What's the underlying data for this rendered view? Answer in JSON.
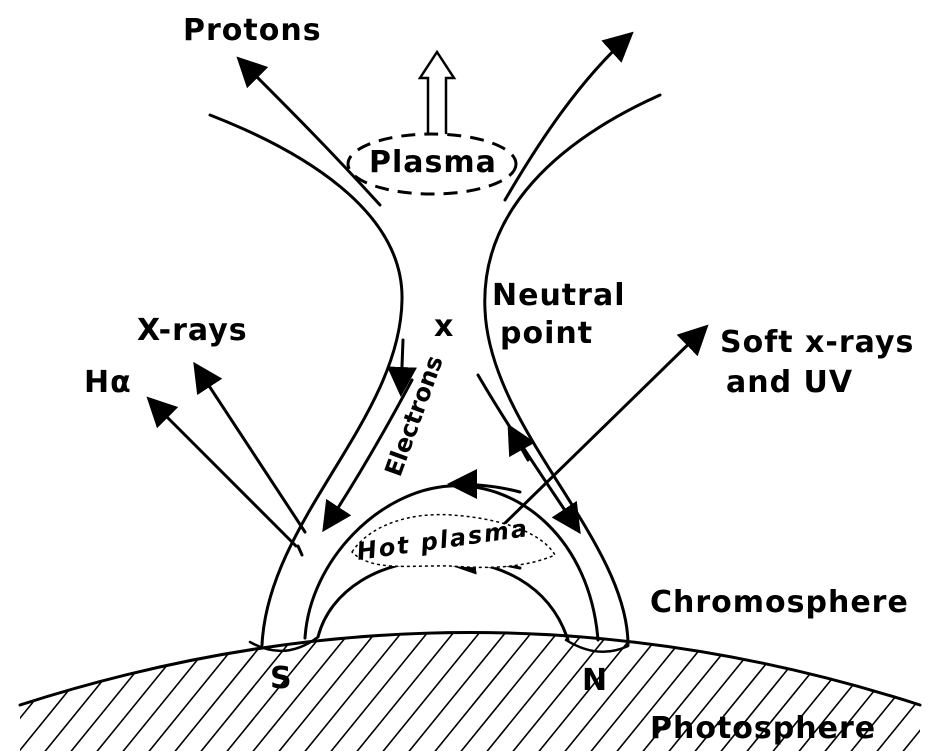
{
  "labels": {
    "protons": "Protons",
    "plasma": "Plasma",
    "neutral_point": [
      "Neutral",
      "point"
    ],
    "neutral_marker": "x",
    "x_rays": "X-rays",
    "h_alpha": "Hα",
    "soft_xrays": [
      "Soft x-rays",
      "and UV"
    ],
    "electrons": "Electrons",
    "hot_plasma": "Hot plasma",
    "chromosphere": "Chromosphere",
    "photosphere": "Photosphere",
    "south_pole": "S",
    "north_pole": "N"
  }
}
